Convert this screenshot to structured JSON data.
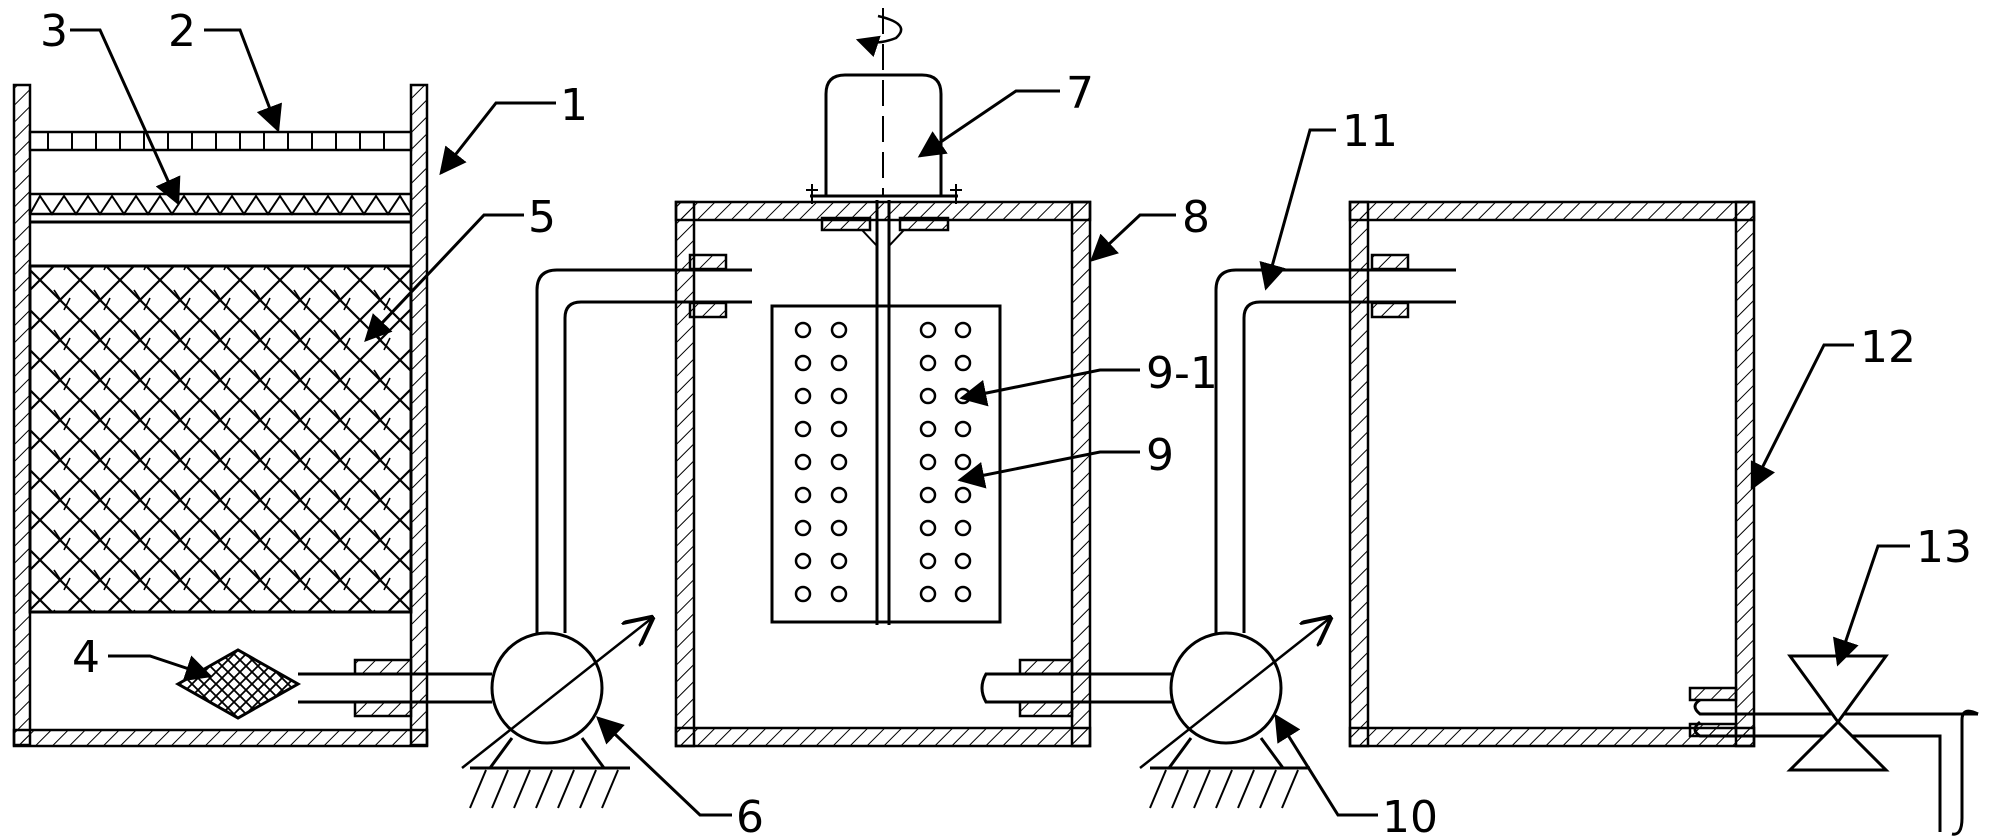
{
  "labels": {
    "l1": "1",
    "l2": "2",
    "l3": "3",
    "l4": "4",
    "l5": "5",
    "l6": "6",
    "l7": "7",
    "l8": "8",
    "l9": "9",
    "l9_1": "9-1",
    "l10": "10",
    "l11": "11",
    "l12": "12",
    "l13": "13"
  },
  "icons": [
    "hatch-pattern",
    "crosshatch-pattern",
    "pump-icon",
    "valve-icon",
    "ground-icon",
    "rotation-arrow-icon"
  ]
}
